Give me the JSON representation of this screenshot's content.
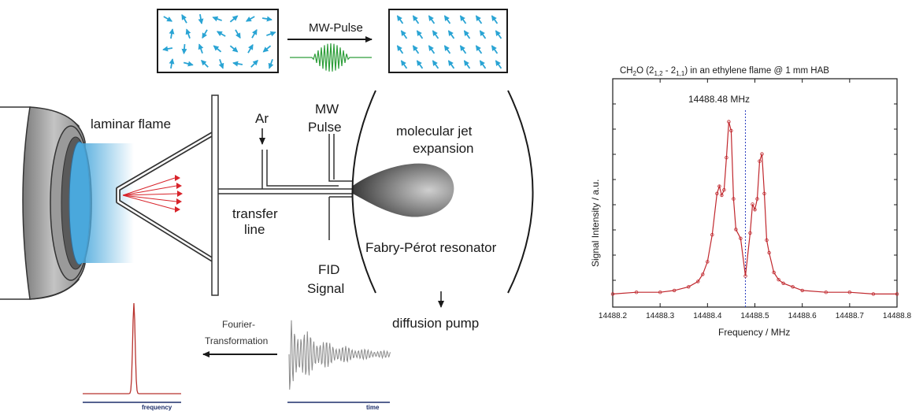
{
  "arrows_panel": {
    "pulse_label": "MW-Pulse",
    "arrow_color": "#2aa4d4",
    "pulse_color": "#2e9e3a"
  },
  "setup": {
    "laminar_flame": "laminar flame",
    "argon": "Ar",
    "mw_pulse_line1": "MW",
    "mw_pulse_line2": "Pulse",
    "jet_line1": "molecular jet",
    "jet_line2": "expansion",
    "transfer_line1": "transfer",
    "transfer_line2": "line",
    "resonator": "Fabry-Pérot resonator",
    "fid_line1": "FID",
    "fid_line2": "Signal",
    "diffusion_pump": "diffusion pump",
    "flame_color": "#4aa8dc",
    "probe_tip_color": "#d8232a"
  },
  "signal_panels": {
    "fourier_line1": "Fourier-",
    "fourier_line2": "Transformation",
    "time_axis": "time",
    "frequency_axis": "frequency",
    "spectrum_color": "#b8332e",
    "fid_color": "#8a8a8a"
  },
  "chart_data": {
    "type": "line",
    "title_prefix": "CH",
    "title_sub1": "2",
    "title_mid": "O (2",
    "title_sub2": "1,2",
    "title_dash": " - 2",
    "title_sub3": "1,1",
    "title_suffix": ") in an ethylene flame @ 1 mm HAB",
    "xlabel": "Frequency / MHz",
    "ylabel": "Signal Intensity / a.u.",
    "xlim": [
      14488.2,
      14488.8
    ],
    "ylim": [
      0,
      1
    ],
    "x_ticks": [
      "14488.2",
      "14488.3",
      "14488.4",
      "14488.5",
      "14488.6",
      "14488.7",
      "14488.8"
    ],
    "annotation": "14488.48 MHz",
    "marker_x": 14488.48,
    "color": "#c0272d",
    "marker_color": "#2b3fbf",
    "series": [
      {
        "x": [
          14488.2,
          14488.25,
          14488.3,
          14488.33,
          14488.36,
          14488.38,
          14488.39,
          14488.4,
          14488.41,
          14488.42,
          14488.425,
          14488.43,
          14488.435,
          14488.44,
          14488.445,
          14488.45,
          14488.455,
          14488.46,
          14488.47,
          14488.48,
          14488.49,
          14488.495,
          14488.5,
          14488.505,
          14488.51,
          14488.515,
          14488.52,
          14488.525,
          14488.53,
          14488.54,
          14488.55,
          14488.56,
          14488.58,
          14488.6,
          14488.65,
          14488.7,
          14488.75,
          14488.8
        ],
        "y": [
          0.02,
          0.03,
          0.03,
          0.04,
          0.06,
          0.09,
          0.13,
          0.2,
          0.35,
          0.58,
          0.62,
          0.57,
          0.6,
          0.78,
          0.98,
          0.93,
          0.55,
          0.38,
          0.33,
          0.12,
          0.36,
          0.52,
          0.49,
          0.55,
          0.76,
          0.8,
          0.58,
          0.32,
          0.25,
          0.14,
          0.1,
          0.08,
          0.06,
          0.04,
          0.03,
          0.03,
          0.02,
          0.02
        ]
      }
    ]
  }
}
